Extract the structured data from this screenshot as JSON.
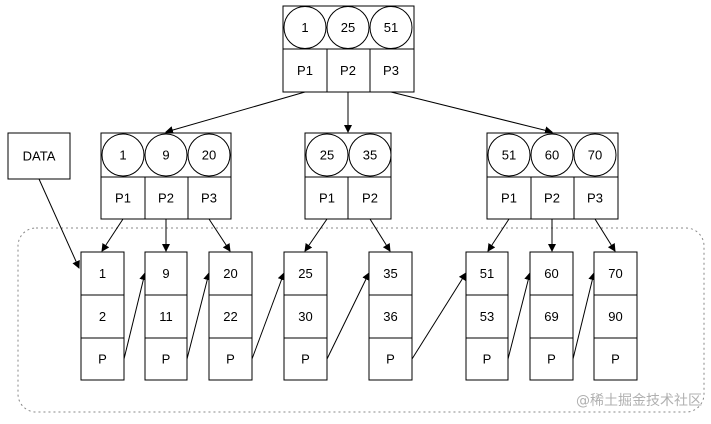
{
  "data_box": {
    "label": "DATA"
  },
  "root": {
    "keys": [
      "1",
      "25",
      "51"
    ],
    "pointers": [
      "P1",
      "P2",
      "P3"
    ]
  },
  "internal_nodes": [
    {
      "keys": [
        "1",
        "9",
        "20"
      ],
      "pointers": [
        "P1",
        "P2",
        "P3"
      ]
    },
    {
      "keys": [
        "25",
        "35"
      ],
      "pointers": [
        "P1",
        "P2"
      ]
    },
    {
      "keys": [
        "51",
        "60",
        "70"
      ],
      "pointers": [
        "P1",
        "P2",
        "P3"
      ]
    }
  ],
  "leaves": [
    {
      "keys": [
        "1",
        "2"
      ],
      "pointer": "P"
    },
    {
      "keys": [
        "9",
        "11"
      ],
      "pointer": "P"
    },
    {
      "keys": [
        "20",
        "22"
      ],
      "pointer": "P"
    },
    {
      "keys": [
        "25",
        "30"
      ],
      "pointer": "P"
    },
    {
      "keys": [
        "35",
        "36"
      ],
      "pointer": "P"
    },
    {
      "keys": [
        "51",
        "53"
      ],
      "pointer": "P"
    },
    {
      "keys": [
        "60",
        "69"
      ],
      "pointer": "P"
    },
    {
      "keys": [
        "70",
        "90"
      ],
      "pointer": "P"
    }
  ],
  "watermark": "@稀土掘金技术社区",
  "colors": {
    "stroke": "#000000",
    "fill": "#ffffff",
    "watermark": "#b0b0b0",
    "leaf_group_border": "#888888"
  }
}
